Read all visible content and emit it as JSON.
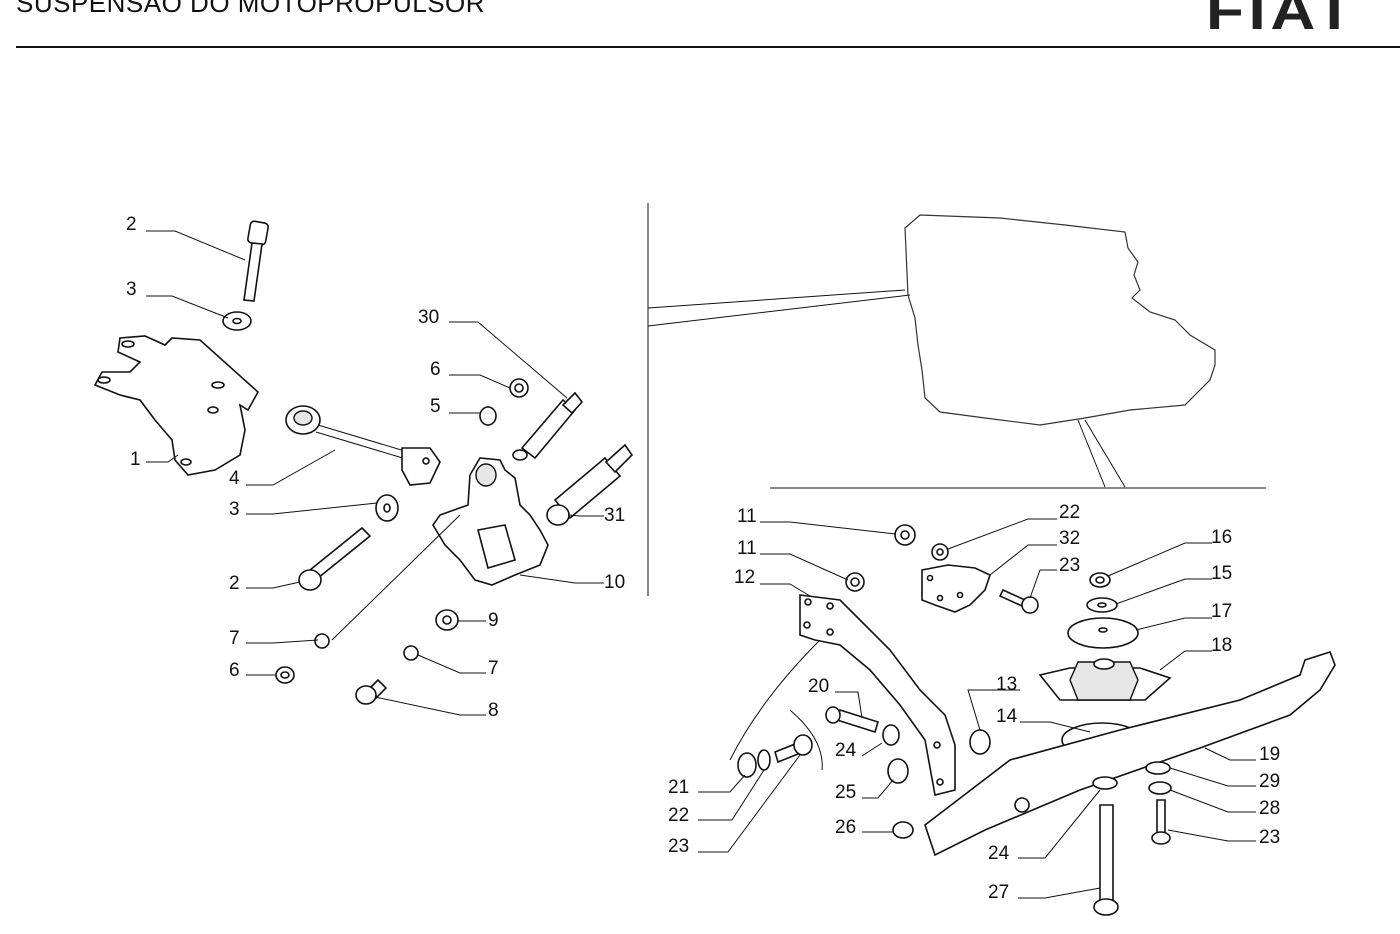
{
  "header": {
    "title": "SUSPENSÃO DO MOTOPROPULSOR",
    "logo": "FIAT"
  },
  "callouts": [
    "1",
    "2",
    "3",
    "4",
    "5",
    "6",
    "7",
    "8",
    "9",
    "10",
    "11",
    "12",
    "13",
    "14",
    "15",
    "16",
    "17",
    "18",
    "19",
    "20",
    "21",
    "22",
    "23",
    "24",
    "25",
    "26",
    "27",
    "28",
    "29",
    "30",
    "31",
    "32"
  ]
}
